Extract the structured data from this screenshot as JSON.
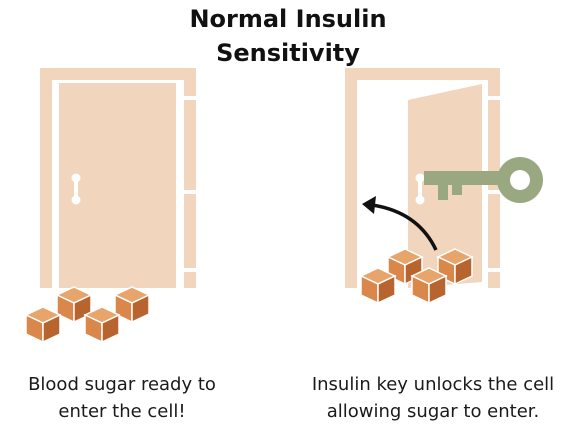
{
  "title": {
    "line1": "Normal Insulin",
    "line2": "Sensitivity"
  },
  "left_panel": {
    "caption_line1": "Blood sugar ready to",
    "caption_line2": "enter the cell!",
    "door_state": "closed",
    "sugar_cubes": 4
  },
  "right_panel": {
    "caption_line1": "Insulin key unlocks the cell",
    "caption_line2": "allowing sugar to enter.",
    "door_state": "open",
    "sugar_cubes": 4,
    "key_icon": "key-icon",
    "arrow_icon": "curved-arrow-icon"
  },
  "colors": {
    "door": "#f1d5bd",
    "door_frame_gap": "#ffffff",
    "handle": "#ffffff",
    "key": "#9aa881",
    "cube_light": "#d98d52",
    "cube_dark": "#a9592a",
    "cube_edge": "#ffffff",
    "arrow": "#111111"
  }
}
